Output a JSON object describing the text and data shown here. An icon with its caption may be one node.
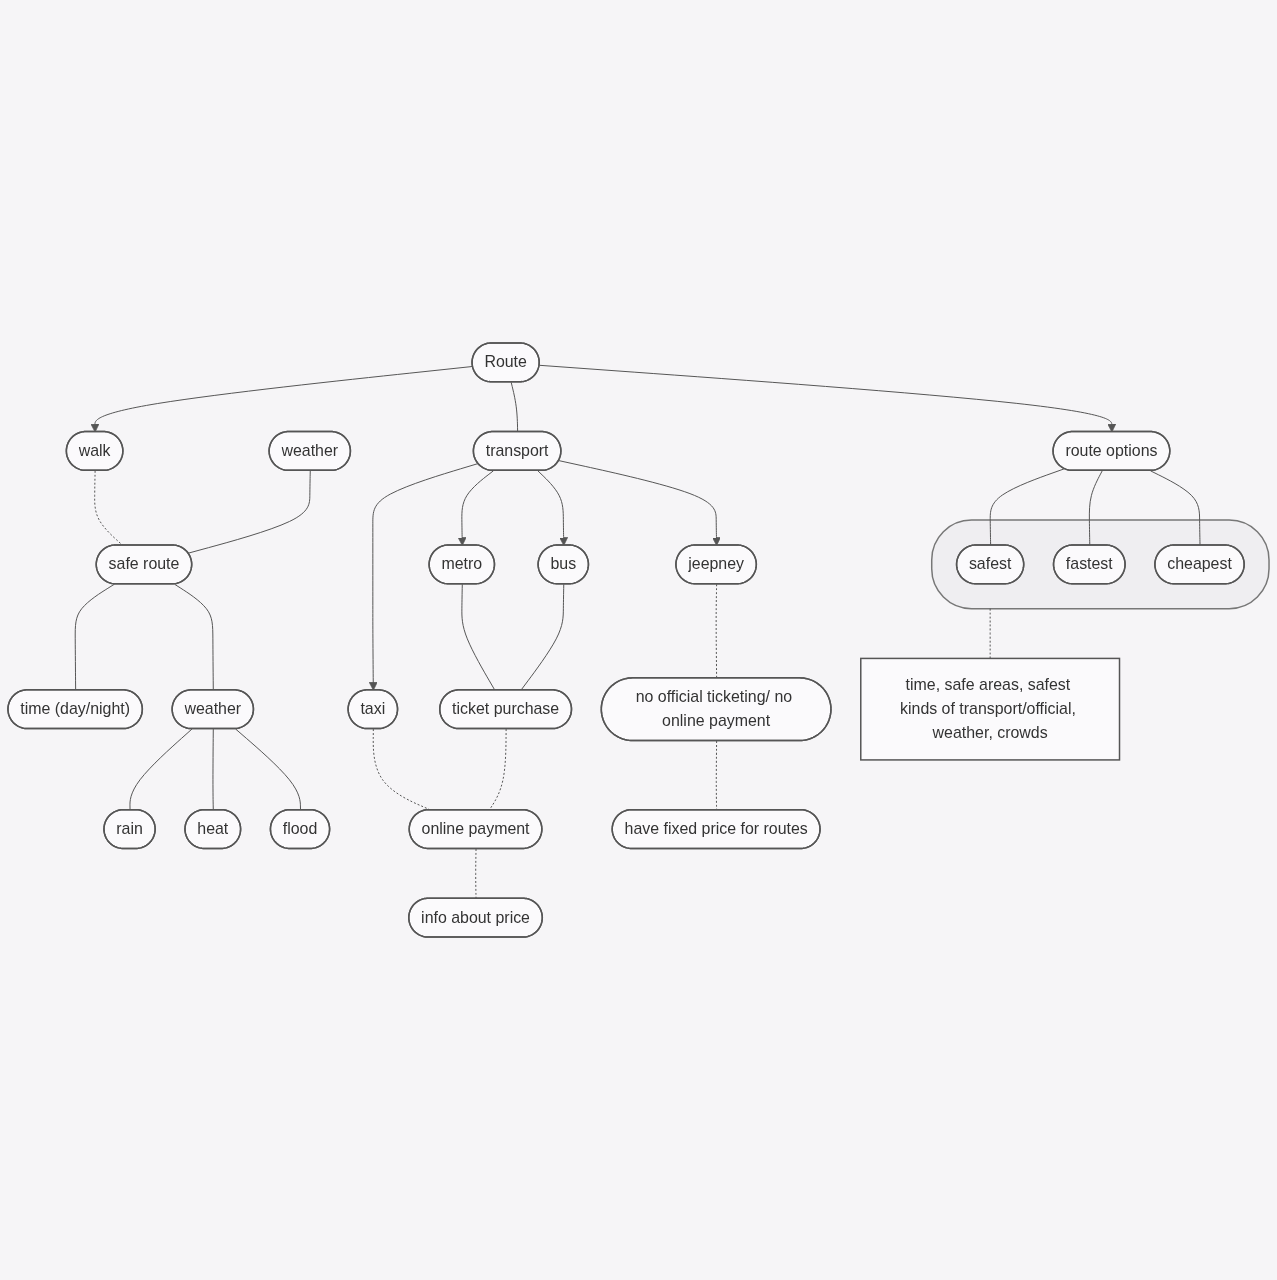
{
  "diagram": {
    "nodes": [
      {
        "text": [
          "time (day/night)"
        ]
      },
      {
        "text": [
          "weather"
        ]
      },
      {
        "text": [
          "safe route"
        ]
      },
      {
        "text": [
          "weather"
        ]
      },
      {
        "text": [
          "rain"
        ]
      },
      {
        "text": [
          "heat"
        ]
      },
      {
        "text": [
          "flood"
        ]
      },
      {
        "text": [
          "walk"
        ]
      },
      {
        "text": [
          "Route"
        ]
      },
      {
        "text": [],
        "shape": "cloud"
      },
      {
        "text": [
          "safest"
        ],
        "in": 9
      },
      {
        "text": [
          "route options"
        ]
      },
      {
        "text": [
          "fastest"
        ],
        "in": 9
      },
      {
        "text": [
          "cheapest"
        ],
        "in": 9
      },
      {
        "text": [
          "transport"
        ]
      },
      {
        "text": [
          "bus"
        ]
      },
      {
        "text": [
          "jeepney"
        ]
      },
      {
        "text": [
          "metro"
        ]
      },
      {
        "text": [
          "taxi"
        ]
      },
      {
        "text": [
          "time, safe areas, safest kinds of transport/official, weather, crowds"
        ]
      },
      {
        "text": [
          "ticket purchase"
        ]
      },
      {
        "text": [
          "no official ticketing/ no online payment"
        ]
      },
      {
        "text": [
          "online payment"
        ]
      },
      {
        "text": [
          "info about price"
        ]
      },
      {
        "text": [
          "have fixed price for routes"
        ]
      }
    ],
    "edges": [
      {
        "from": 8,
        "to": 7,
        "arrow": "to"
      },
      {
        "from": 7,
        "to": 2,
        "arrow": "none",
        "style": "dashed"
      },
      {
        "from": 2,
        "to": 0,
        "arrow": "none"
      },
      {
        "from": 1,
        "to": 2,
        "arrow": "none"
      },
      {
        "from": 2,
        "to": 3,
        "arrow": "none"
      },
      {
        "from": 3,
        "to": 4,
        "arrow": "none"
      },
      {
        "from": 3,
        "to": 5,
        "arrow": "none"
      },
      {
        "from": 3,
        "to": 6,
        "arrow": "none"
      },
      {
        "from": 8,
        "to": 11,
        "arrow": "to"
      },
      {
        "from": 11,
        "to": 10,
        "arrow": "none"
      },
      {
        "from": 11,
        "to": 12,
        "arrow": "none"
      },
      {
        "from": 11,
        "to": 13,
        "arrow": "none"
      },
      {
        "from": 9,
        "to": 19,
        "arrow": "none",
        "style": "dashed"
      },
      {
        "from": 8,
        "to": 14,
        "arrow": "none"
      },
      {
        "from": 14,
        "to": 15,
        "arrow": "to"
      },
      {
        "from": 14,
        "to": 16,
        "arrow": "to"
      },
      {
        "from": 14,
        "to": 18,
        "arrow": "to"
      },
      {
        "from": 14,
        "to": 17,
        "arrow": "to"
      },
      {
        "from": 17,
        "to": 20,
        "arrow": "none"
      },
      {
        "from": 15,
        "to": 20,
        "arrow": "none"
      },
      {
        "from": 16,
        "to": 21,
        "arrow": "none",
        "style": "dashed"
      },
      {
        "from": 18,
        "to": 22,
        "arrow": "none",
        "style": "dashed"
      },
      {
        "from": 20,
        "to": 22,
        "arrow": "none",
        "style": "dashed"
      },
      {
        "from": 22,
        "to": 23,
        "arrow": "none",
        "style": "dashed"
      },
      {
        "from": 21,
        "to": 24,
        "arrow": "none",
        "style": "dashed"
      }
    ]
  }
}
